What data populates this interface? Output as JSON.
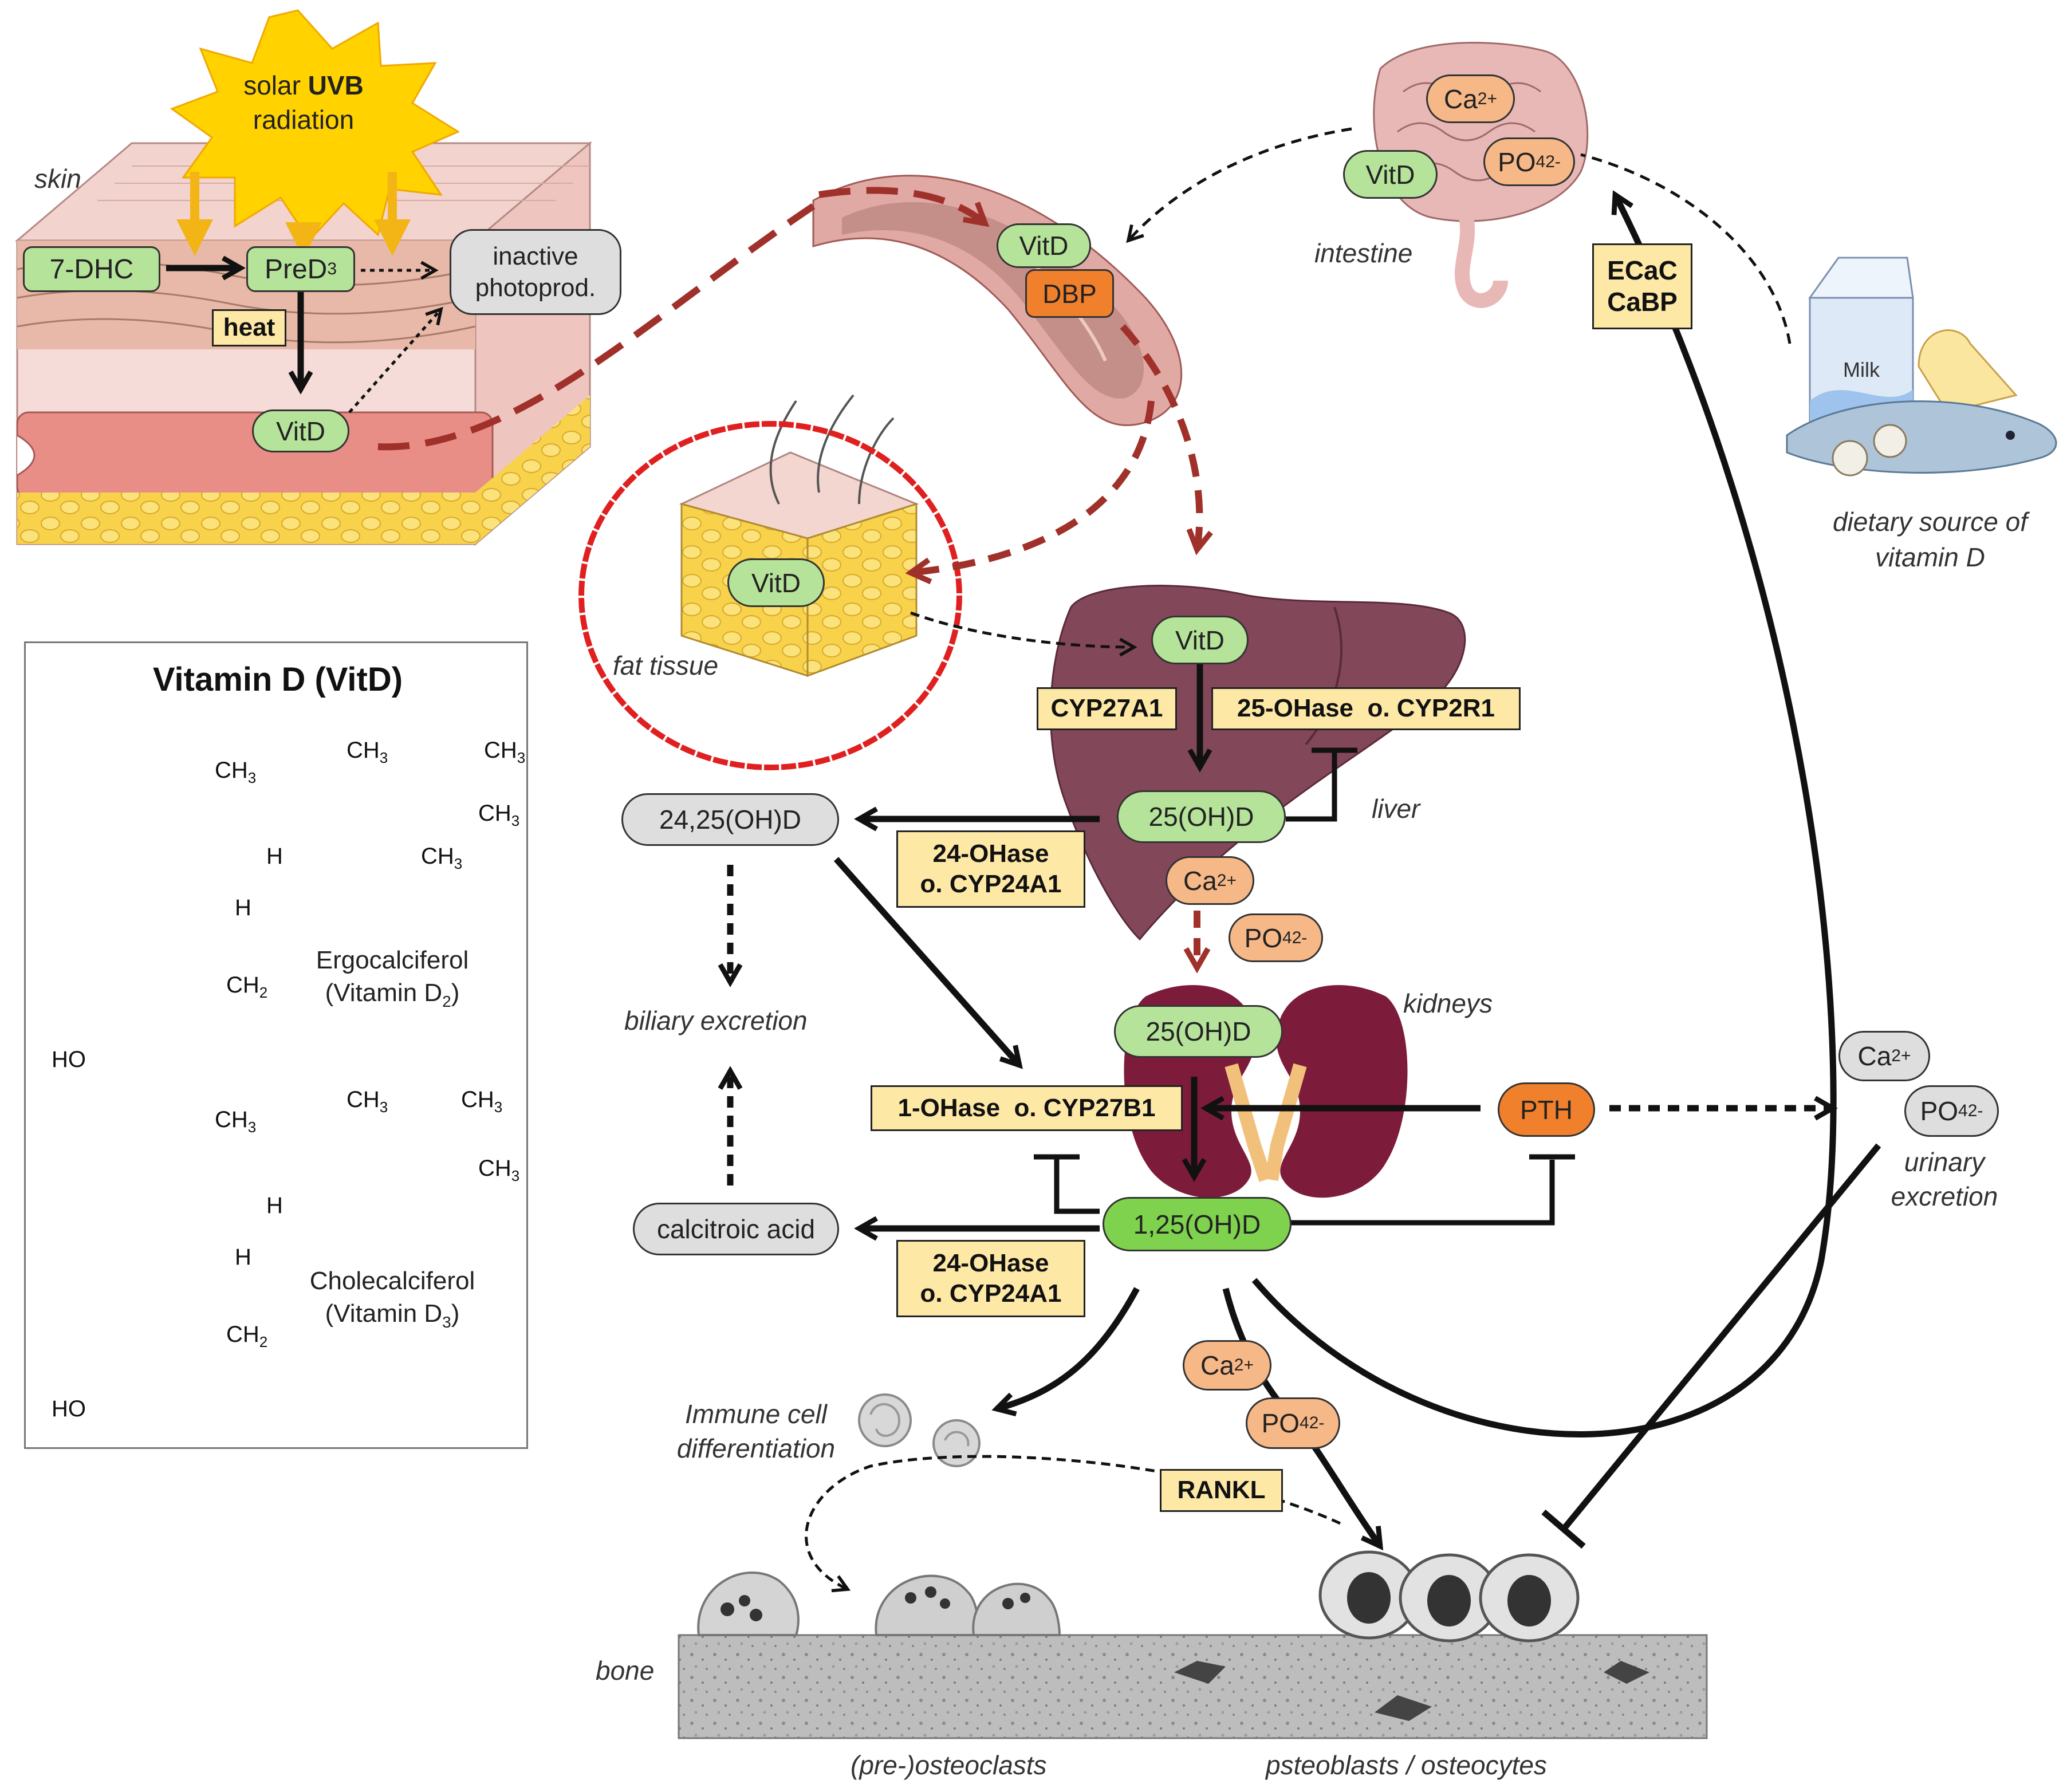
{
  "sun": {
    "line1_pre": "solar ",
    "line1_bold": "UVB",
    "line2": "radiation"
  },
  "labels": {
    "skin": "skin",
    "intestine": "intestine",
    "fat_tissue": "fat tissue",
    "liver": "liver",
    "kidneys": "kidneys",
    "biliary_excretion": "biliary excretion",
    "dietary_line1": "dietary source of",
    "dietary_line2": "vitamin D",
    "urinary_line1": "urinary",
    "urinary_line2": "excretion",
    "immune_line1": "Immune cell",
    "immune_line2": "differentiation",
    "bone": "bone",
    "osteoclasts": "(pre-)osteoclasts",
    "osteoblasts": "psteoblasts / osteocytes",
    "milk": "Milk"
  },
  "skin_nodes": {
    "dhc": "7-DHC",
    "pred_base": "PreD",
    "pred_sub": "3",
    "inactive_line1": "inactive",
    "inactive_line2": "photoprod.",
    "heat": "heat",
    "vitd": "VitD"
  },
  "nodes": {
    "vitd": "VitD",
    "dbp": "DBP",
    "ca": "Ca",
    "ca_sup": "2+",
    "po": "PO",
    "po_sub": "4",
    "po_sup": "2-",
    "oh25": "25(OH)D",
    "oh2425": "24,25(OH)D",
    "oh125": "1,25(OH)D",
    "calcitroic": "calcitroic acid",
    "pth": "PTH"
  },
  "enzymes": {
    "cyp27a1": "CYP27A1",
    "oh25ase": "25-OHase  o. CYP2R1",
    "oh24ase": "24-OHase",
    "cyp24a1": "o. CYP24A1",
    "oh1ase": "1-OHase  o. CYP27B1",
    "ecac": "ECaC",
    "cabp": "CaBP",
    "rankl": "RANKL"
  },
  "vitamin_box": {
    "title": "Vitamin D (VitD)",
    "ergo_name": "Ergocalciferol",
    "ergo_sub_pre": "(Vitamin D",
    "ergo_sub_num": "2",
    "ergo_sub_post": ")",
    "chole_name": "Cholecalciferol",
    "chole_sub_pre": "(Vitamin D",
    "chole_sub_num": "3",
    "chole_sub_post": ")",
    "ch3": "CH",
    "ch3_sub": "3",
    "ch2": "CH",
    "ch2_sub": "2",
    "h": "H",
    "ho": "HO"
  },
  "colors": {
    "green": "#b6e39a",
    "dark_green": "#7ed24d",
    "orange": "#f7b888",
    "dark_orange": "#f0802c",
    "gray_node": "#dedede",
    "enzyme_fill": "#fde8a6",
    "sun_yellow": "#ffd200",
    "sun_arrow": "#f2b515",
    "dashed_red": "#a0302a",
    "liver": "#82485a",
    "kidney": "#7d1c3a",
    "highlight_circle": "#e02020"
  }
}
